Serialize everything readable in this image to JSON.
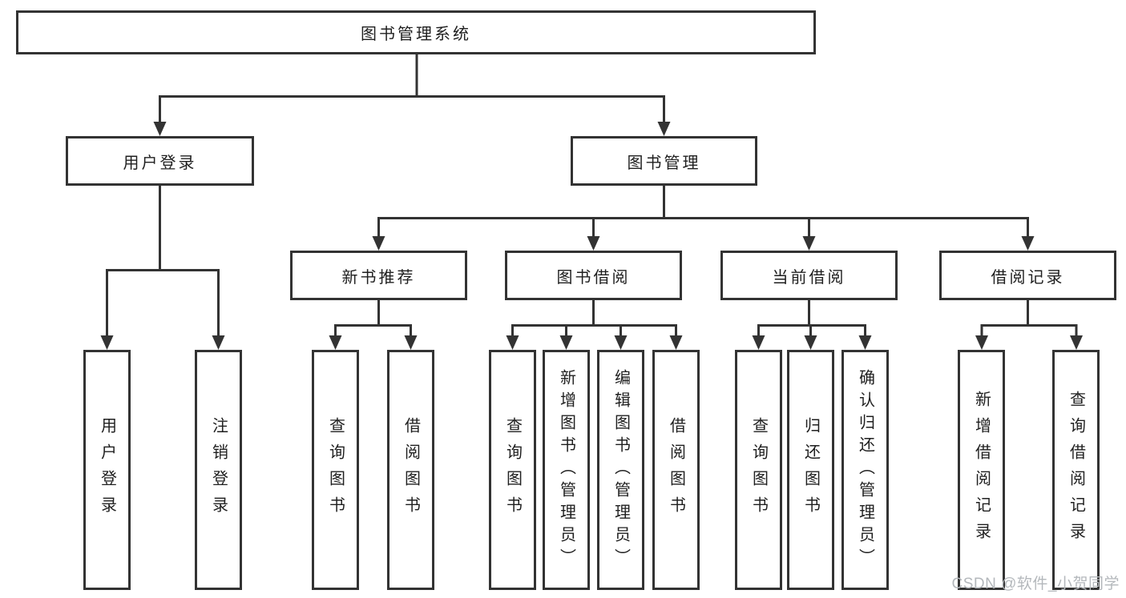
{
  "tree": {
    "root": {
      "label": "图书管理系统",
      "children": [
        {
          "label": "用户登录",
          "children": [
            {
              "label": "用户登录"
            },
            {
              "label": "注销登录"
            }
          ]
        },
        {
          "label": "图书管理",
          "children": [
            {
              "label": "新书推荐",
              "children": [
                {
                  "label": "查询图书"
                },
                {
                  "label": "借阅图书"
                }
              ]
            },
            {
              "label": "图书借阅",
              "children": [
                {
                  "label": "查询图书"
                },
                {
                  "label": "新增图书（管理员）"
                },
                {
                  "label": "编辑图书（管理员）"
                },
                {
                  "label": "借阅图书"
                }
              ]
            },
            {
              "label": "当前借阅",
              "children": [
                {
                  "label": "查询图书"
                },
                {
                  "label": "归还图书"
                },
                {
                  "label": "确认归还（管理员）"
                }
              ]
            },
            {
              "label": "借阅记录",
              "children": [
                {
                  "label": "新增借阅记录"
                },
                {
                  "label": "查询借阅记录"
                }
              ]
            }
          ]
        }
      ]
    }
  },
  "watermark": {
    "text": "CSDN @软件_小贺同学"
  },
  "colors": {
    "line": "#333333",
    "text": "#1f1f1f",
    "watermark": "#b4b8bc",
    "background": "#ffffff"
  }
}
